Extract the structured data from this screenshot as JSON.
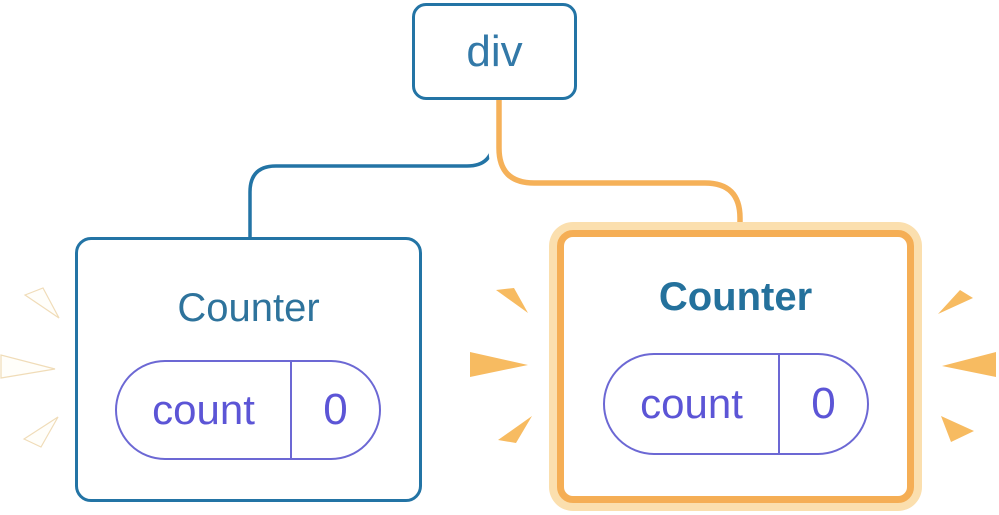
{
  "diagram": {
    "description": "React component tree: a div parent with two Counter children; the right Counter is highlighted as updated",
    "root_node": {
      "label": "div"
    },
    "left_counter": {
      "title": "Counter",
      "state_pill": {
        "name": "count",
        "value": "0"
      },
      "highlighted": false
    },
    "right_counter": {
      "title": "Counter",
      "state_pill": {
        "name": "count",
        "value": "0"
      },
      "highlighted": true
    },
    "icons": {
      "left_sparks": "white-spark-burst-icon",
      "middle_sparks": "orange-spark-burst-icon",
      "right_sparks": "orange-spark-burst-icon"
    }
  },
  "colors": {
    "blue_border": "#2374a5",
    "blue_text": "#3379a8",
    "title_blue": "#2e739c",
    "title_blue_bold": "#24719c",
    "purple": "#6c68d4",
    "purple_text": "#5c55d6",
    "orange": "#f5ae55",
    "orange_light": "#fbdfae",
    "orange_line": "#f5b159",
    "spark_orange": "#f7bb61",
    "spark_white": "#fffefa"
  }
}
